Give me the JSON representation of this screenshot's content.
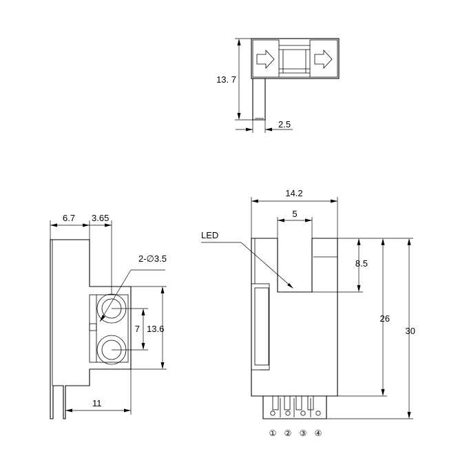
{
  "top_view": {
    "height_label": "13. 7",
    "width_label": "2.5"
  },
  "side_view": {
    "left_width_label": "6.7",
    "offset_label": "3.65",
    "hole_label": "2-∅3.5",
    "hole_pitch_label": "7",
    "hole_span_label": "13.6",
    "pin_offset_label": "11"
  },
  "front_view": {
    "width_label": "14.2",
    "slot_width_label": "5",
    "slot_depth_label": "8.5",
    "body_height_label": "26",
    "total_height_label": "30",
    "led_label": "LED",
    "pins": [
      "①",
      "②",
      "③",
      "④"
    ]
  }
}
